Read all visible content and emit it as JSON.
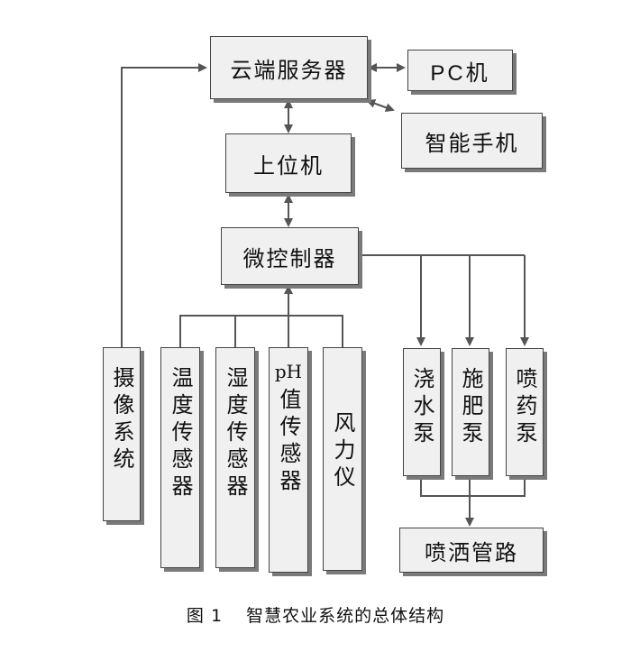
{
  "nodes": {
    "cloud_server": "云端服务器",
    "pc": "PC机",
    "smartphone": "智能手机",
    "host": "上位机",
    "mcu": "微控制器",
    "camera": "摄像系统",
    "temp_sensor": "温度传感器",
    "humidity_sensor": "湿度传感器",
    "ph_sensor_prefix": "pH",
    "ph_sensor_suffix": "值传感器",
    "anemometer": "风力仪",
    "irrigation_pump": "浇水泵",
    "fertilizer_pump": "施肥泵",
    "spray_pump": "喷药泵",
    "spray_pipe": "喷洒管路"
  },
  "caption": {
    "number": "图 1",
    "text": "智慧农业系统的总体结构"
  },
  "colors": {
    "line": "#555555",
    "box_fill": "#f0f0f0",
    "shadow": "#7a7a7a"
  }
}
